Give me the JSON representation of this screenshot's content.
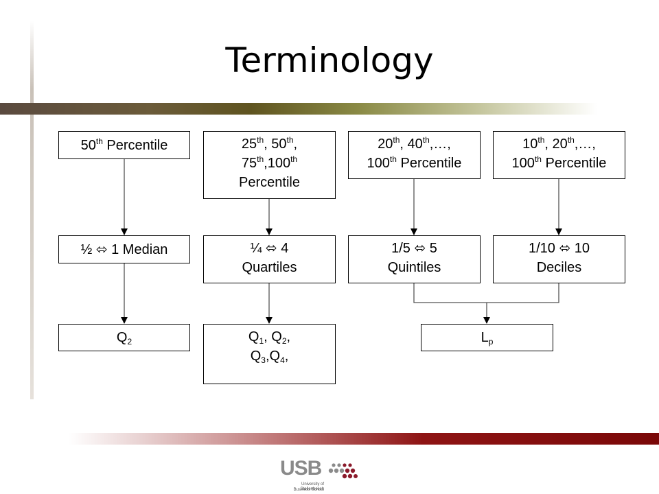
{
  "slide": {
    "title": "Terminology"
  },
  "boxes": {
    "p50": {
      "pre": "50",
      "sup": "th",
      "post": " Percentile"
    },
    "p25": {
      "a": "25",
      "a_sup": "th",
      "b": ", 50",
      "b_sup": "th",
      "c": ",",
      "d": "75",
      "d_sup": "th",
      "e": ",100",
      "e_sup": "th",
      "f": "Percentile"
    },
    "p20": {
      "a": "20",
      "a_sup": "th",
      "b": ", 40",
      "b_sup": "th",
      "c": ",…,",
      "d": "100",
      "d_sup": "th",
      "e": " Percentile"
    },
    "p10": {
      "a": "10",
      "a_sup": "th",
      "b": ", 20",
      "b_sup": "th",
      "c": ",…,",
      "d": "100",
      "d_sup": "th",
      "e": " Percentile"
    },
    "median": {
      "text": "½ ⬄ 1 Median"
    },
    "quartiles": {
      "line1": "¼ ⬄ 4",
      "line2": "Quartiles"
    },
    "quintiles": {
      "line1": "1/5 ⬄ 5",
      "line2": "Quintiles"
    },
    "deciles": {
      "line1": "1/10 ⬄ 10",
      "line2": "Deciles"
    },
    "q2": {
      "base": "Q",
      "sub": "2"
    },
    "qall": {
      "q": "Q",
      "s1": "1",
      "sep1": ", Q",
      "s2": "2",
      "sep2": ",",
      "q3": "Q",
      "s3": "3",
      "sep3": ",Q",
      "s4": "4",
      "end": ","
    },
    "lp": {
      "base": "L",
      "sub": "p"
    }
  },
  "logo": {
    "text": "USB",
    "line1": "University of Stellenbosch",
    "line2": "Business School",
    "colors": {
      "grey": "#8a8a8a",
      "red": "#8b1a2b"
    }
  },
  "colors": {
    "top_band": "#5f5420",
    "bottom_band": "#7a0808"
  }
}
